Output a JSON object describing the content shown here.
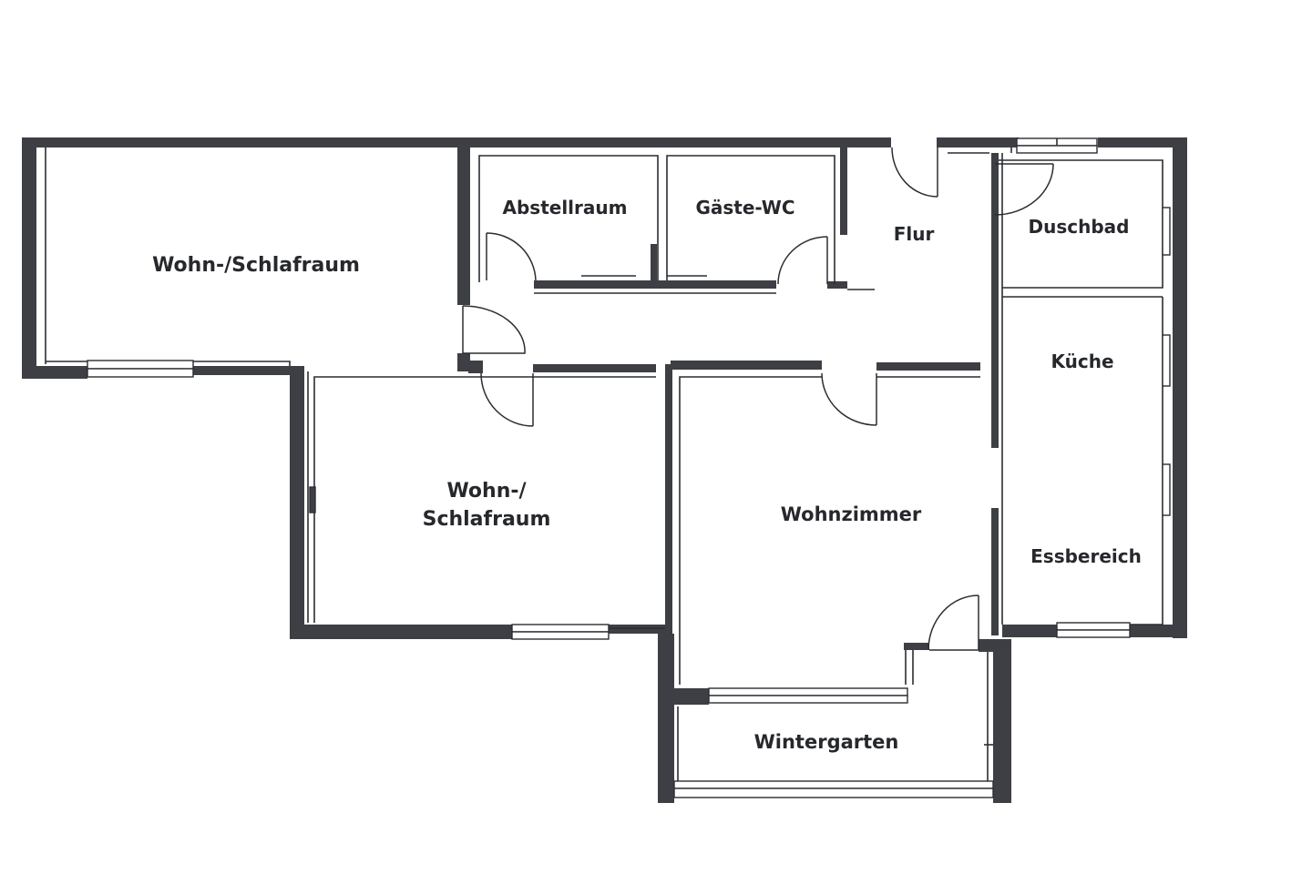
{
  "floorplan": {
    "colors": {
      "wall": "#3d3f44",
      "line": "#2b2d31",
      "text": "#26282c",
      "background": "#ffffff"
    },
    "rooms": [
      {
        "id": "wohn-schlafraum-1",
        "label": "Wohn-/Schlafraum"
      },
      {
        "id": "abstellraum",
        "label": "Abstellraum"
      },
      {
        "id": "gaeste-wc",
        "label": "Gäste-WC"
      },
      {
        "id": "flur",
        "label": "Flur"
      },
      {
        "id": "duschbad",
        "label": "Duschbad"
      },
      {
        "id": "kueche",
        "label": "Küche"
      },
      {
        "id": "wohn-schlafraum-2",
        "label_line1": "Wohn-/",
        "label_line2": "Schlafraum"
      },
      {
        "id": "wohnzimmer",
        "label": "Wohnzimmer"
      },
      {
        "id": "essbereich",
        "label": "Essbereich"
      },
      {
        "id": "wintergarten",
        "label": "Wintergarten"
      }
    ]
  }
}
